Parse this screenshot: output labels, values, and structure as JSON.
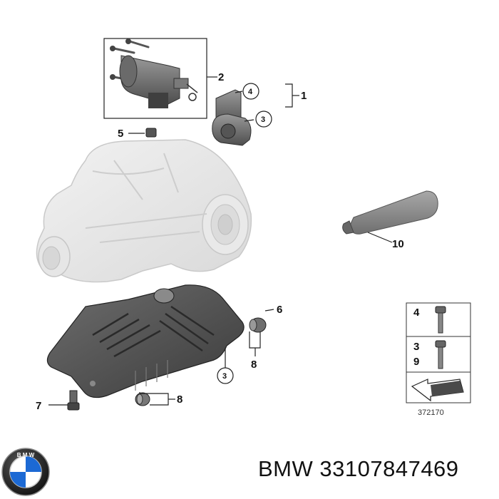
{
  "callouts": {
    "c1": "1",
    "c2": "2",
    "c3a": "3",
    "c4": "4",
    "c5": "5",
    "c6": "6",
    "c3b": "3",
    "c8a": "8",
    "c7": "7",
    "c8b": "8",
    "c10": "10"
  },
  "legend": {
    "row1": "4",
    "row2a": "3",
    "row2b": "9"
  },
  "diagram_number": "372170",
  "footer": {
    "brand": "BMW",
    "part_number": "33107847469"
  },
  "colors": {
    "housing_ghost": "#e3e3e3",
    "cover_dark": "#4a4a4a",
    "tube": "#8c8c8c",
    "logo_blue": "#1c69d4"
  }
}
